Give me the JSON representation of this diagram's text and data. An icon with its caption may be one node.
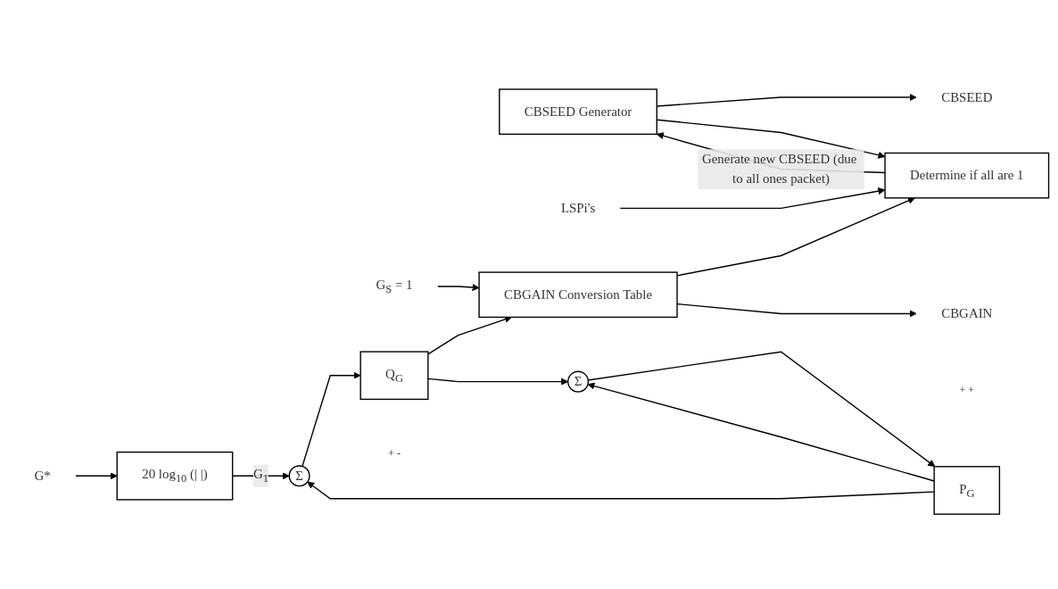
{
  "diagram": {
    "nodes": [
      {
        "text": [
          "CBSEED Generator"
        ]
      },
      {
        "text": [
          "CBSEED"
        ]
      },
      {
        "text": [
          "LSPi's"
        ]
      },
      {
        "text": [
          "Determine if all are 1"
        ]
      },
      {
        "text": [
          "G$_{S}$ = 1"
        ]
      },
      {
        "text": [
          "G*"
        ]
      },
      {
        "text": [
          "20 log$_{10}$ (| |)"
        ]
      },
      {
        "text": [
          "Σ"
        ],
        "beside": [
          "+",
          "-"
        ]
      },
      {
        "text": [
          "Q$_{G}$"
        ]
      },
      {
        "text": [
          "CBGAIN Conversion Table"
        ]
      },
      {
        "text": [
          "CBGAIN"
        ]
      },
      {
        "text": [
          "P$_{G}$"
        ]
      },
      {
        "text": [
          "Σ"
        ],
        "beside": [
          "+",
          "+"
        ]
      }
    ],
    "edges": [
      {
        "from": 0,
        "to": 1,
        "arrow": "to"
      },
      {
        "from": 0,
        "to": 3,
        "arrow": "to"
      },
      {
        "from": 3,
        "to": 0,
        "label": "Generate new CBSEED (due to all ones packet)",
        "arrow": "to"
      },
      {
        "from": 2,
        "to": 3,
        "arrow": "to"
      },
      {
        "from": 9,
        "to": 3,
        "arrow": "to"
      },
      {
        "from": 5,
        "to": 6,
        "arrow": "to"
      },
      {
        "from": 6,
        "to": 7,
        "label": "G$_{1}$",
        "arrow": "to"
      },
      {
        "from": 7,
        "to": 8,
        "arrow": "to"
      },
      {
        "from": 8,
        "to": 9,
        "arrow": "to"
      },
      {
        "from": 4,
        "to": 9,
        "arrow": "to"
      },
      {
        "from": 9,
        "to": 10,
        "arrow": "to"
      },
      {
        "from": 8,
        "to": 12,
        "arrow": "to"
      },
      {
        "from": 12,
        "to": 11,
        "arrow": "to"
      },
      {
        "from": 11,
        "to": 7,
        "arrow": "to"
      },
      {
        "from": 11,
        "to": 12,
        "arrow": "to"
      }
    ]
  }
}
